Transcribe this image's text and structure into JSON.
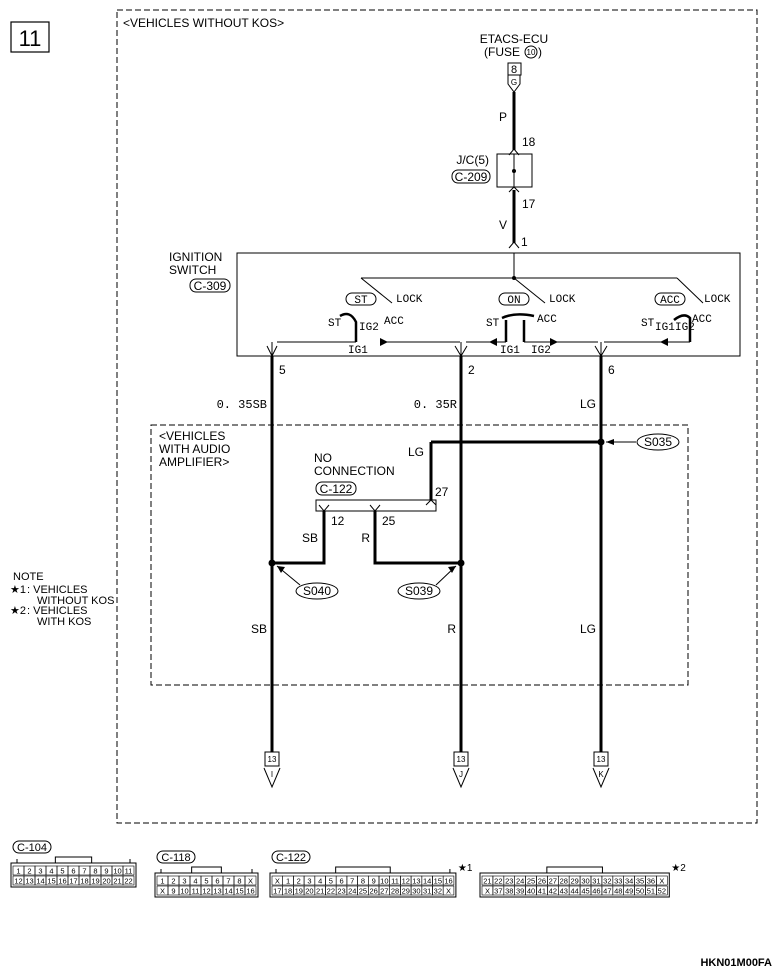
{
  "page_number": "11",
  "region_without_kos": "<VEHICLES WITHOUT KOS>",
  "region_with_amp": [
    "<VEHICLES",
    "WITH AUDIO",
    "AMPLIFIER>"
  ],
  "etacs": {
    "name": "ETACS-ECU",
    "fuse_prefix": "(FUSE",
    "fuse_num": "10",
    "fuse_suffix": ")",
    "connector_num": "8",
    "pin": "G"
  },
  "wires": {
    "p": "P",
    "v": "V",
    "sb_035": "0. 35SB",
    "r_035": "0. 35R",
    "lg": "LG",
    "lg_top": "LG",
    "sb_mid": "SB",
    "r_mid": "R",
    "sb_low": "SB",
    "r_low": "R",
    "lg_low": "LG"
  },
  "jc": {
    "name": "J/C(5)",
    "connector": "C-209",
    "pin_top": "18",
    "pin_bottom": "17"
  },
  "ignition": {
    "title_1": "IGNITION",
    "title_2": "SWITCH",
    "connector": "C-309",
    "pin_in": "1",
    "pins_out": [
      "5",
      "2",
      "6"
    ],
    "groups": [
      {
        "pos": "ST",
        "lock": "LOCK",
        "st": "ST",
        "ig2": "IG2",
        "acc": "ACC",
        "ig1": "IG1"
      },
      {
        "pos": "ON",
        "lock": "LOCK",
        "st": "ST",
        "ig1": "IG1",
        "ig2": "IG2",
        "acc": "ACC"
      },
      {
        "pos": "ACC",
        "lock": "LOCK",
        "st": "ST",
        "ig1": "IG1",
        "ig2": "IG2",
        "acc": "ACC"
      }
    ]
  },
  "no_connection": {
    "line1": "NO",
    "line2": "CONNECTION",
    "connector": "C-122",
    "pins": [
      "12",
      "25",
      "27"
    ]
  },
  "splices": [
    "S035",
    "S040",
    "S039"
  ],
  "terminals": [
    {
      "num": "13",
      "letter": "I"
    },
    {
      "num": "13",
      "letter": "J"
    },
    {
      "num": "13",
      "letter": "K"
    }
  ],
  "note": {
    "title": "NOTE",
    "star1_mark": "★1",
    "star1_a": ": VEHICLES",
    "star1_b": "WITHOUT KOS",
    "star2_mark": "★2",
    "star2_a": ": VEHICLES",
    "star2_b": "WITH KOS"
  },
  "connector_views": {
    "c104": {
      "label": "C-104",
      "row1": [
        "1",
        "2",
        "3",
        "4",
        "5",
        "6",
        "7",
        "8",
        "9",
        "10",
        "11"
      ],
      "row2": [
        "12",
        "13",
        "14",
        "15",
        "16",
        "17",
        "18",
        "19",
        "20",
        "21",
        "22"
      ]
    },
    "c118": {
      "label": "C-118",
      "row1": [
        "1",
        "2",
        "3",
        "4",
        "5",
        "6",
        "7",
        "8",
        "X"
      ],
      "row2": [
        "X",
        "9",
        "10",
        "11",
        "12",
        "13",
        "14",
        "15",
        "16"
      ]
    },
    "c122a": {
      "label": "C-122",
      "mark": "★1",
      "row1": [
        "X",
        "1",
        "2",
        "3",
        "4",
        "5",
        "6",
        "7",
        "8",
        "9",
        "10",
        "11",
        "12",
        "13",
        "14",
        "15",
        "16"
      ],
      "row2": [
        "17",
        "18",
        "19",
        "20",
        "21",
        "22",
        "23",
        "24",
        "25",
        "26",
        "27",
        "28",
        "29",
        "30",
        "31",
        "32",
        "X"
      ]
    },
    "c122b": {
      "mark": "★2",
      "row1": [
        "21",
        "22",
        "23",
        "24",
        "25",
        "26",
        "27",
        "28",
        "29",
        "30",
        "31",
        "32",
        "33",
        "34",
        "35",
        "36",
        "X"
      ],
      "row2": [
        "X",
        "37",
        "38",
        "39",
        "40",
        "41",
        "42",
        "43",
        "44",
        "45",
        "46",
        "47",
        "48",
        "49",
        "50",
        "51",
        "52"
      ]
    }
  },
  "figure_code": "HKN01M00FA"
}
